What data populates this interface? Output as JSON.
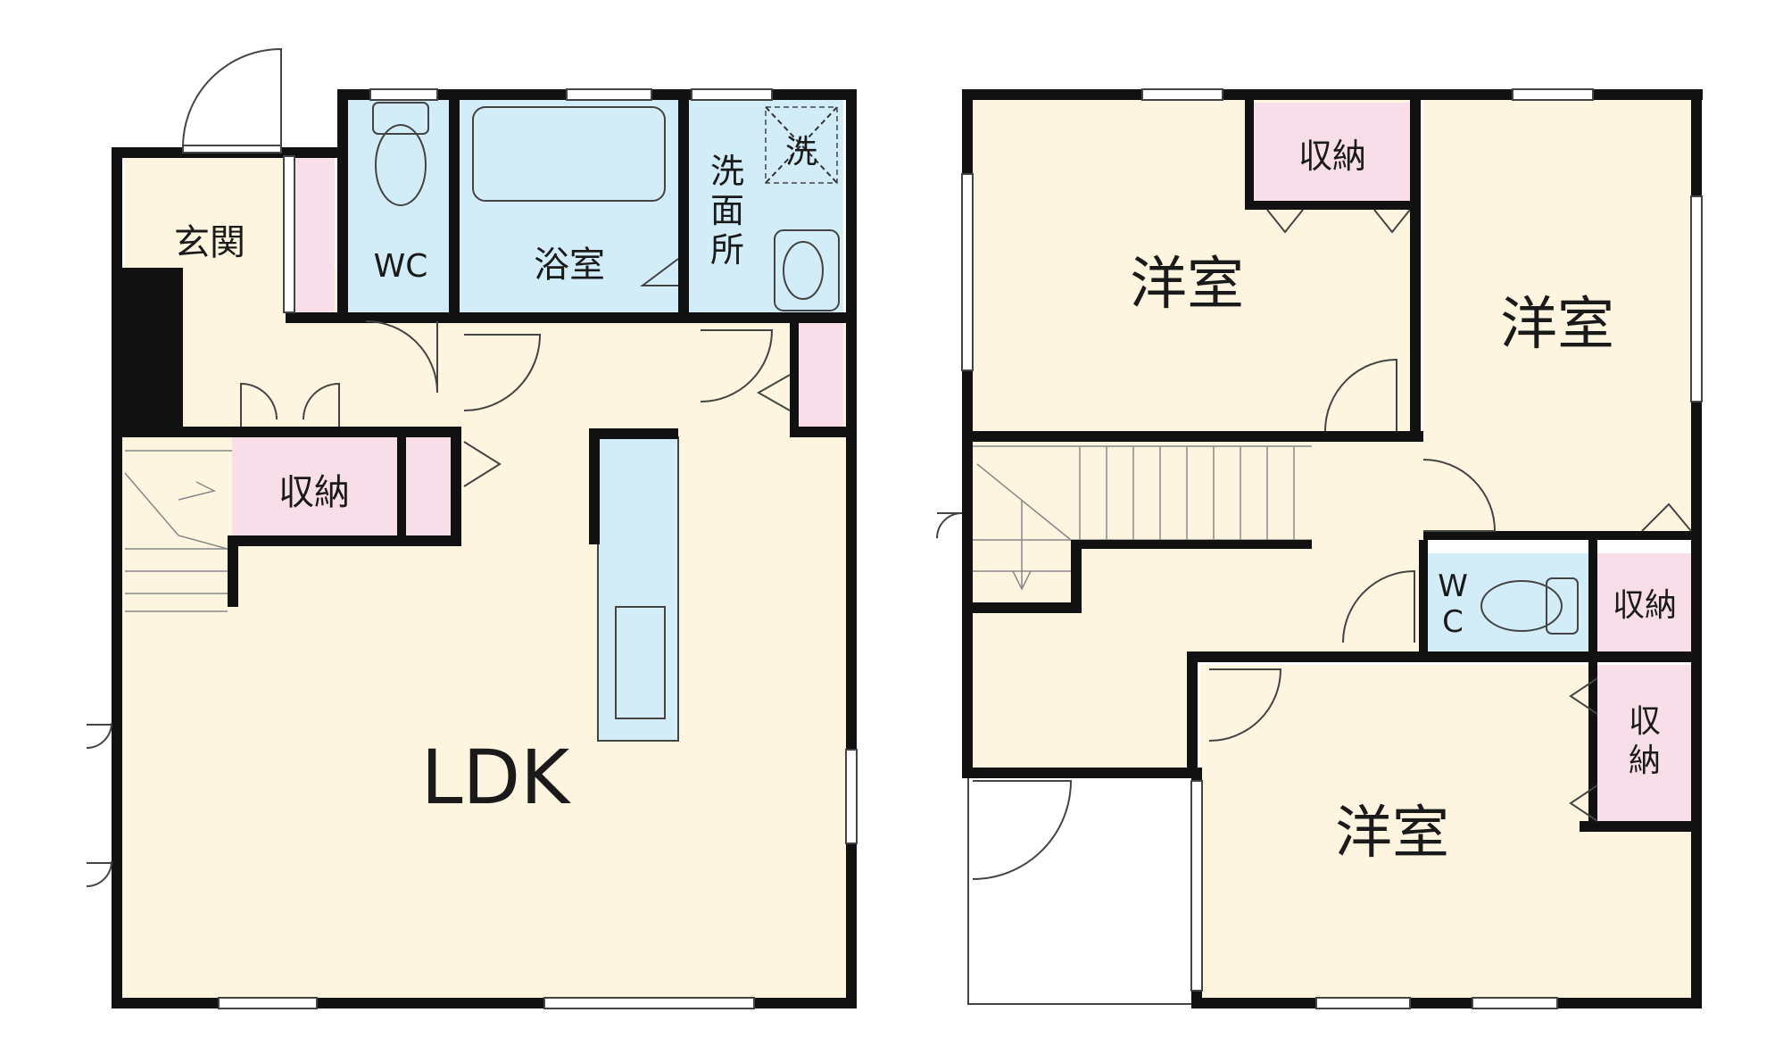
{
  "floor1": {
    "rooms": {
      "entrance": "玄関",
      "wc": "WC",
      "bath": "浴室",
      "washroom": "洗面所",
      "washer": "洗",
      "storage": "収納",
      "ldk": "LDK"
    }
  },
  "floor2": {
    "rooms": {
      "bedroom_a": "洋室",
      "bedroom_b": "洋室",
      "bedroom_c": "洋室",
      "storage_top": "収納",
      "storage_mid": "収納",
      "storage_low": "収納",
      "wc": "WC"
    }
  },
  "colors": {
    "room": "#fdf5df",
    "wet": "#d2edf8",
    "storage": "#f8dee9",
    "wall": "#111111"
  }
}
